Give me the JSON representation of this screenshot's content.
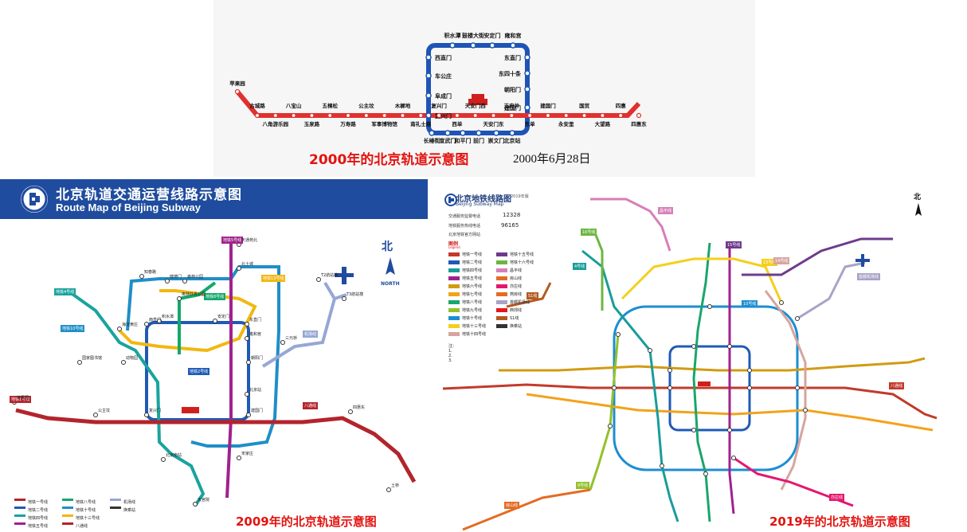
{
  "top_map": {
    "caption": "2000年的北京轨道示意图",
    "date": "2000年6月28日",
    "ring_stations": [
      "积水潭",
      "鼓楼大街",
      "安定门",
      "雍和宫",
      "东直门",
      "东四十条",
      "朝阳门",
      "建国门",
      "北京站",
      "崇文门",
      "前门",
      "和平门",
      "宣武门",
      "长椿街",
      "复兴门",
      "阜成门",
      "车公庄",
      "西直门"
    ],
    "line1_stations": [
      "苹果园",
      "古城路",
      "八角游乐园",
      "八宝山",
      "玉泉路",
      "五棵松",
      "万寿路",
      "公主坟",
      "军事博物馆",
      "木樨地",
      "南礼士路",
      "复兴门",
      "西单",
      "天安门西",
      "天安门东",
      "王府井",
      "东单",
      "建国门",
      "永安里",
      "国贸",
      "大望路",
      "四惠",
      "四惠东"
    ]
  },
  "left_map": {
    "title_cn": "北京轨道交通运营线路示意图",
    "title_en": "Route Map of Beijing Subway",
    "north_cn": "北",
    "north_en": "NORTH",
    "caption": "2009年的北京轨道示意图",
    "line_badges": [
      "地铁1号线",
      "地铁4号线",
      "地铁5号线",
      "地铁8号线",
      "地铁10号线",
      "地铁13号线",
      "地铁2号线",
      "八通线",
      "机场线"
    ],
    "legend": [
      "地铁一号线",
      "地铁二号线",
      "地铁四号线",
      "地铁五号线",
      "地铁八号线",
      "地铁十号线",
      "地铁十三号线",
      "八通线",
      "机场线",
      "换乘站"
    ],
    "stations": [
      "西直门",
      "东直门",
      "北京站",
      "建国门",
      "朝阳门",
      "雍和宫",
      "安定门",
      "积水潭",
      "复兴门",
      "公主坟",
      "苹果园",
      "四惠东",
      "天通苑北",
      "北土城",
      "奥林匹克公园",
      "森林公园",
      "健德门",
      "知春路",
      "海淀黄庄",
      "北京南站",
      "动物园",
      "国家图书馆",
      "宋家庄",
      "三元桥",
      "T3航站楼",
      "T2航站楼",
      "土桥",
      "天宫院"
    ],
    "colors": {
      "line1": "#b3242c",
      "line2": "#1f5ab4",
      "line4": "#1aa39e",
      "line5": "#a0218e",
      "line8": "#13a86b",
      "line10": "#1f8ec8",
      "line13": "#f2b711",
      "batong": "#b3242c",
      "airport": "#96a6d6"
    }
  },
  "right_map": {
    "title_cn": "北京地铁线路图",
    "title_en": "Beijing Subway Map",
    "year_note": "2019年版",
    "north_cn": "北",
    "hotline_label_cn": "交通服务监督电话",
    "hotline_num_1": "12328",
    "service_label_cn": "地铁服务热线电话",
    "hotline_num_2": "96165",
    "website_label": "北京地铁官方网站",
    "legend_title": "图例",
    "legend_title_en": "Legend",
    "legend": [
      "地铁一号线",
      "地铁二号线",
      "地铁四号线",
      "地铁五号线",
      "地铁六号线",
      "地铁七号线",
      "地铁八号线",
      "地铁九号线",
      "地铁十号线",
      "地铁十三号线",
      "地铁十四号线",
      "地铁十五号线",
      "地铁十六号线",
      "昌平线",
      "房山线",
      "亦庄线",
      "燕房线",
      "首都机场线",
      "西郊线",
      "S1线",
      "换乘站"
    ],
    "notes": [
      "注：",
      "1.",
      "2.",
      "3."
    ],
    "caption": "2019年的北京轨道示意图",
    "line_badges": [
      "4号线",
      "9号线",
      "10号线",
      "13号线",
      "14号线",
      "15号线",
      "16号线",
      "昌平线",
      "房山线",
      "亦庄线",
      "八通线",
      "S1线",
      "首都机场线"
    ],
    "colors": {
      "line1": "#c23a2b",
      "line2": "#1f5ab4",
      "line4": "#1a9c9a",
      "line5": "#a0218e",
      "line6": "#d19b12",
      "line7": "#f2a31b",
      "line8": "#1aa66b",
      "line9": "#93c12c",
      "line10": "#1c8ed0",
      "line13": "#f4cf1b",
      "line14": "#d6a59e",
      "line15": "#6d3b8b",
      "line16": "#6bb642",
      "changping": "#d77fb9",
      "fangshan": "#e46b24",
      "yizhuang": "#e4176e",
      "yanfang": "#e46b24",
      "airport": "#a8a3c6",
      "batong": "#c23a2b",
      "s1": "#b35a20",
      "xijiao": "#e4171e"
    }
  }
}
